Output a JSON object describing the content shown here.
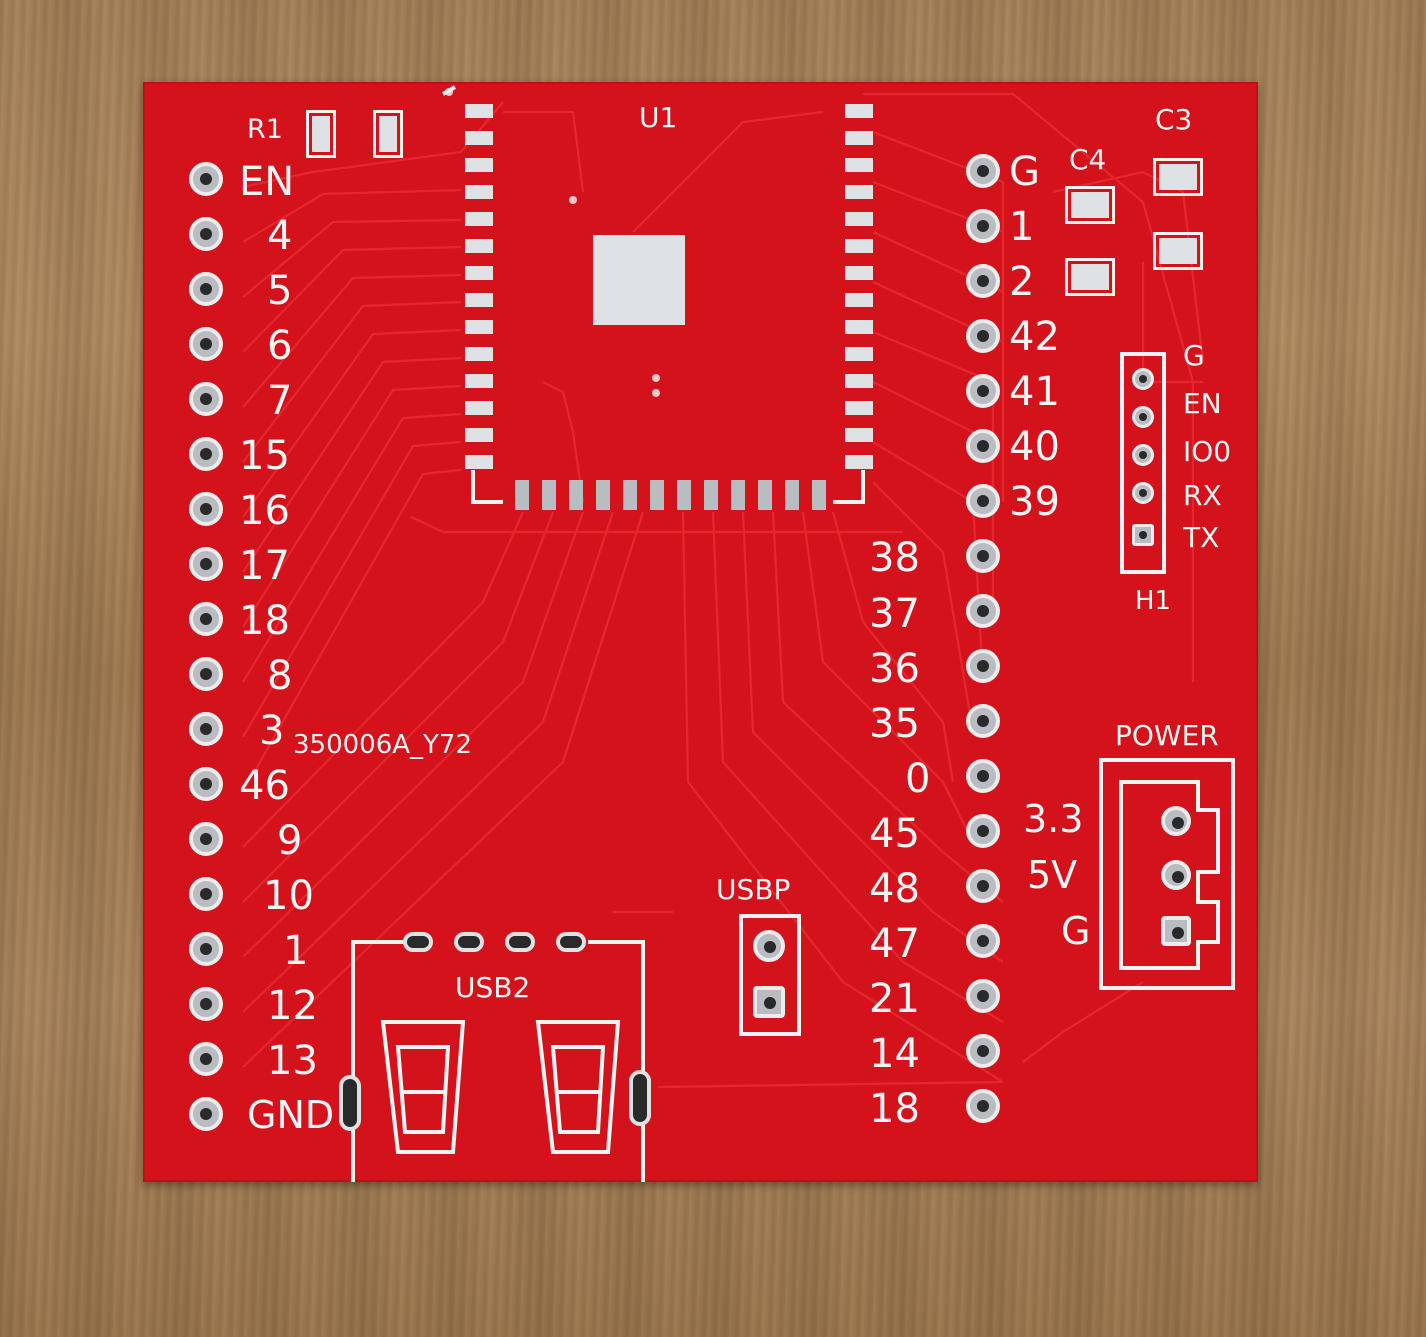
{
  "board": {
    "module_label": "U1",
    "resistor_label": "R1",
    "cap_labels": [
      "C3",
      "C4"
    ],
    "part_number": "350006A_Y72",
    "usb_label": "USB2",
    "usbp_label": "USBP",
    "header_label": "H1",
    "power_label": "POWER"
  },
  "left_pins": [
    "EN",
    "4",
    "5",
    "6",
    "7",
    "15",
    "16",
    "17",
    "18",
    "8",
    "3",
    "46",
    "9",
    "10",
    "1",
    "12",
    "13",
    "GND"
  ],
  "right_top_pins": [
    "G",
    "1",
    "2",
    "42",
    "41",
    "40",
    "39"
  ],
  "right_inner_pins": [
    "38",
    "37",
    "36",
    "35",
    "0",
    "45",
    "48",
    "47",
    "21",
    "14",
    "18"
  ],
  "h1_pins": [
    "G",
    "EN",
    "IO0",
    "RX",
    "TX"
  ],
  "power_pins": [
    "3.3",
    "5V",
    "G"
  ],
  "colors": {
    "board": "#d4121b",
    "silkscreen": "#f4f4f4",
    "pad": "#dfe2e4"
  }
}
